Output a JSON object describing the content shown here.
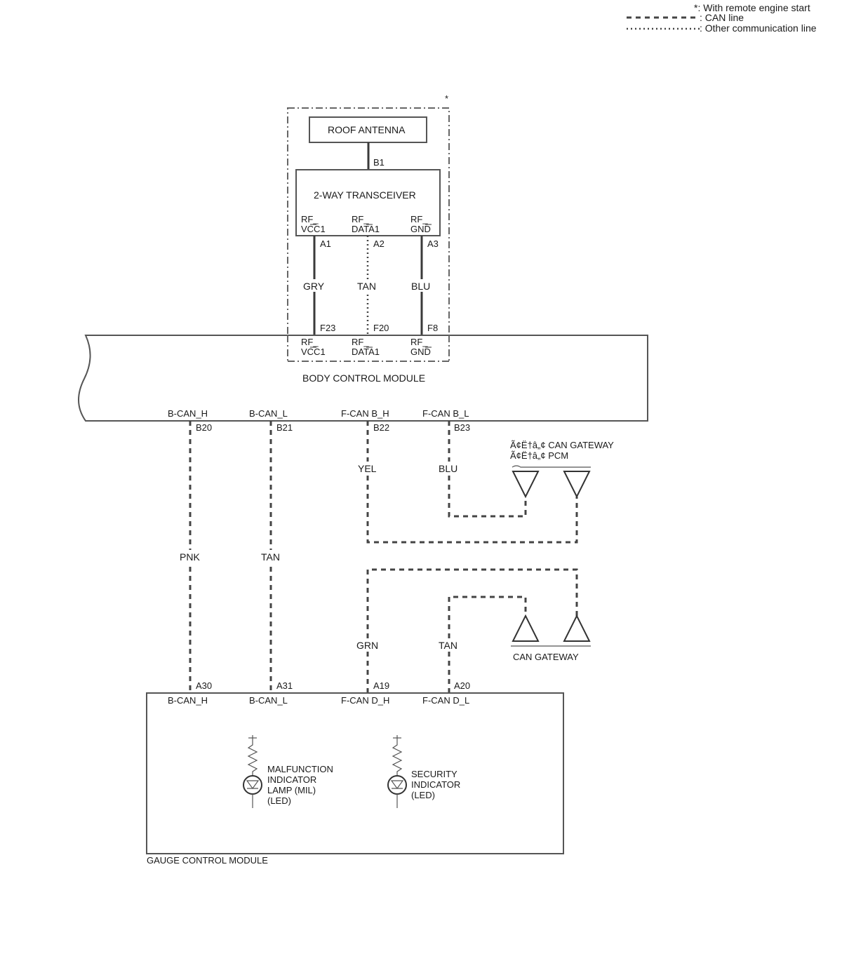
{
  "legend": {
    "asterisk": "*: With remote engine start",
    "can_line": ": CAN line",
    "other_line": ": Other communication line"
  },
  "frame_marker": "*",
  "roof_antenna": {
    "label": "ROOF ANTENNA",
    "pin": "B1"
  },
  "transceiver": {
    "label": "2-WAY TRANSCEIVER",
    "terminals": [
      {
        "line1": "RF_",
        "line2": "VCC1",
        "pin": "A1",
        "wire": "GRY",
        "bcm_pin": "F23"
      },
      {
        "line1": "RF_",
        "line2": "DATA1",
        "pin": "A2",
        "wire": "TAN",
        "bcm_pin": "F20"
      },
      {
        "line1": "RF_",
        "line2": "GND",
        "pin": "A3",
        "wire": "BLU",
        "bcm_pin": "F8"
      }
    ]
  },
  "bcm": {
    "label": "BODY CONTROL MODULE",
    "top_terminals": [
      {
        "line1": "RF_",
        "line2": "VCC1"
      },
      {
        "line1": "RF_",
        "line2": "DATA1"
      },
      {
        "line1": "RF_",
        "line2": "GND"
      }
    ],
    "bottom_terminals": [
      {
        "name": "B-CAN_H",
        "pin": "B20",
        "wire": "PNK"
      },
      {
        "name": "B-CAN_L",
        "pin": "B21",
        "wire": "TAN"
      },
      {
        "name": "F-CAN B_H",
        "pin": "B22",
        "wire": "YEL"
      },
      {
        "name": "F-CAN B_L",
        "pin": "B23",
        "wire": "BLU"
      }
    ]
  },
  "upper_connector": {
    "line1": "Ã¢Ë†â„¢ CAN GATEWAY",
    "line2": "Ã¢Ë†â„¢ PCM"
  },
  "lower_connector": {
    "label": "CAN GATEWAY"
  },
  "lower_wires": [
    "GRN",
    "TAN"
  ],
  "gauge": {
    "label": "GAUGE CONTROL MODULE",
    "terminals": [
      {
        "name": "B-CAN_H",
        "pin": "A30"
      },
      {
        "name": "B-CAN_L",
        "pin": "A31"
      },
      {
        "name": "F-CAN D_H",
        "pin": "A19"
      },
      {
        "name": "F-CAN D_L",
        "pin": "A20"
      }
    ],
    "indicators": [
      {
        "lines": [
          "MALFUNCTION",
          "INDICATOR",
          "LAMP (MIL)",
          "(LED)"
        ]
      },
      {
        "lines": [
          "SECURITY",
          "INDICATOR",
          "(LED)"
        ]
      }
    ]
  }
}
